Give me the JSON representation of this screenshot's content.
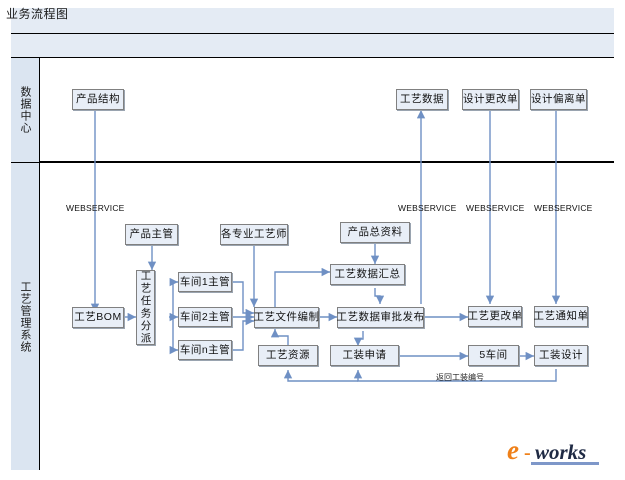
{
  "header": {
    "title": "业务流程图"
  },
  "lanes": [
    {
      "id": "data-center",
      "label": "数据中心"
    },
    {
      "id": "process-management-system",
      "label": "工艺管理系统"
    }
  ],
  "nodes": {
    "product_structure": "产品结构",
    "process_data": "工艺数据",
    "design_change_order": "设计更改单",
    "design_deviation_order": "设计偏离单",
    "product_supervisor": "产品主管",
    "professional_engineers": "各专业工艺师",
    "product_master_data": "产品总资料",
    "process_bom": "工艺BOM",
    "task_assignment": "工艺任务分派",
    "workshop1_supervisor": "车间1主管",
    "workshop2_supervisor": "车间2主管",
    "workshopn_supervisor": "车间n主管",
    "process_file_preparation": "工艺文件编制",
    "process_data_summary": "工艺数据汇总",
    "process_data_approval_release": "工艺数据审批发布",
    "process_change_order": "工艺更改单",
    "process_notice_order": "工艺通知单",
    "process_resource": "工艺资源",
    "tooling_application": "工装申请",
    "workshop5": "5车间",
    "tooling_design": "工装设计"
  },
  "connector_labels": {
    "webservice_1": "WEBSERVICE",
    "webservice_2": "WEBSERVICE",
    "webservice_3": "WEBSERVICE",
    "webservice_4": "WEBSERVICE",
    "return_tooling_number": "返回工装编号"
  },
  "logo": {
    "mark": "e",
    "separator": "-",
    "word": "works"
  },
  "colors": {
    "title_bar": "#e4ebf4",
    "lane_header": "#dbe5f1",
    "node_fill": "#e8eef7",
    "node_border": "#808080",
    "wire": "#6f90c4",
    "logo_orange": "#ef8019",
    "logo_dark": "#1f2a44"
  }
}
